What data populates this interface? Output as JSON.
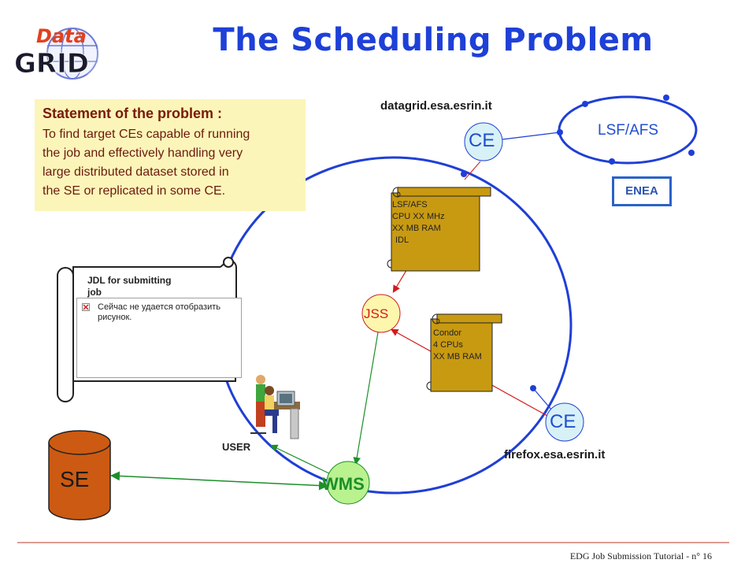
{
  "header": {
    "title": "The Scheduling Problem",
    "logo_text_top": "Data",
    "logo_text_bottom": "GRID"
  },
  "statement": {
    "heading": "Statement of the problem :",
    "lines": [
      "To find target CEs capable of running",
      "the job and effectively handling very",
      "large distributed dataset stored in",
      "the SE or replicated in some CE."
    ]
  },
  "hosts": {
    "top": "datagrid.esa.esrin.it",
    "bottom": "firefox.esa.esrin.it"
  },
  "nodes": {
    "ce_top": "CE",
    "ce_bottom": "CE",
    "lsf_afs": "LSF/AFS",
    "enea": "ENEA",
    "jss": "JSS",
    "wms": "WMS",
    "se": "SE",
    "user": "USER"
  },
  "scroll_top": [
    "LSF/AFS",
    "CPU XX MHz",
    "XX MB RAM",
    "IDL"
  ],
  "scroll_bottom": [
    "Condor",
    "4 CPUs",
    "XX MB RAM"
  ],
  "jdl": {
    "title_line1": "JDL for submitting",
    "title_line2": "job",
    "image_error": [
      "Сейчас не удается отобразить",
      "рисунок."
    ]
  },
  "footer": "EDG Job Submission Tutorial - n° 16",
  "colors": {
    "title": "#1e40d8",
    "ring": "#1f3fd6",
    "node_fill": "#d8f1f6",
    "jss_fill": "#fdf6ad",
    "wms_fill": "#b9f28f",
    "se_fill": "#cc5a12",
    "scroll_fill": "#c89a12",
    "statement_bg": "#fcf5b9",
    "arrow_red": "#d21c1c",
    "arrow_green": "#1c8f2a",
    "divider": "#b83a2a"
  }
}
